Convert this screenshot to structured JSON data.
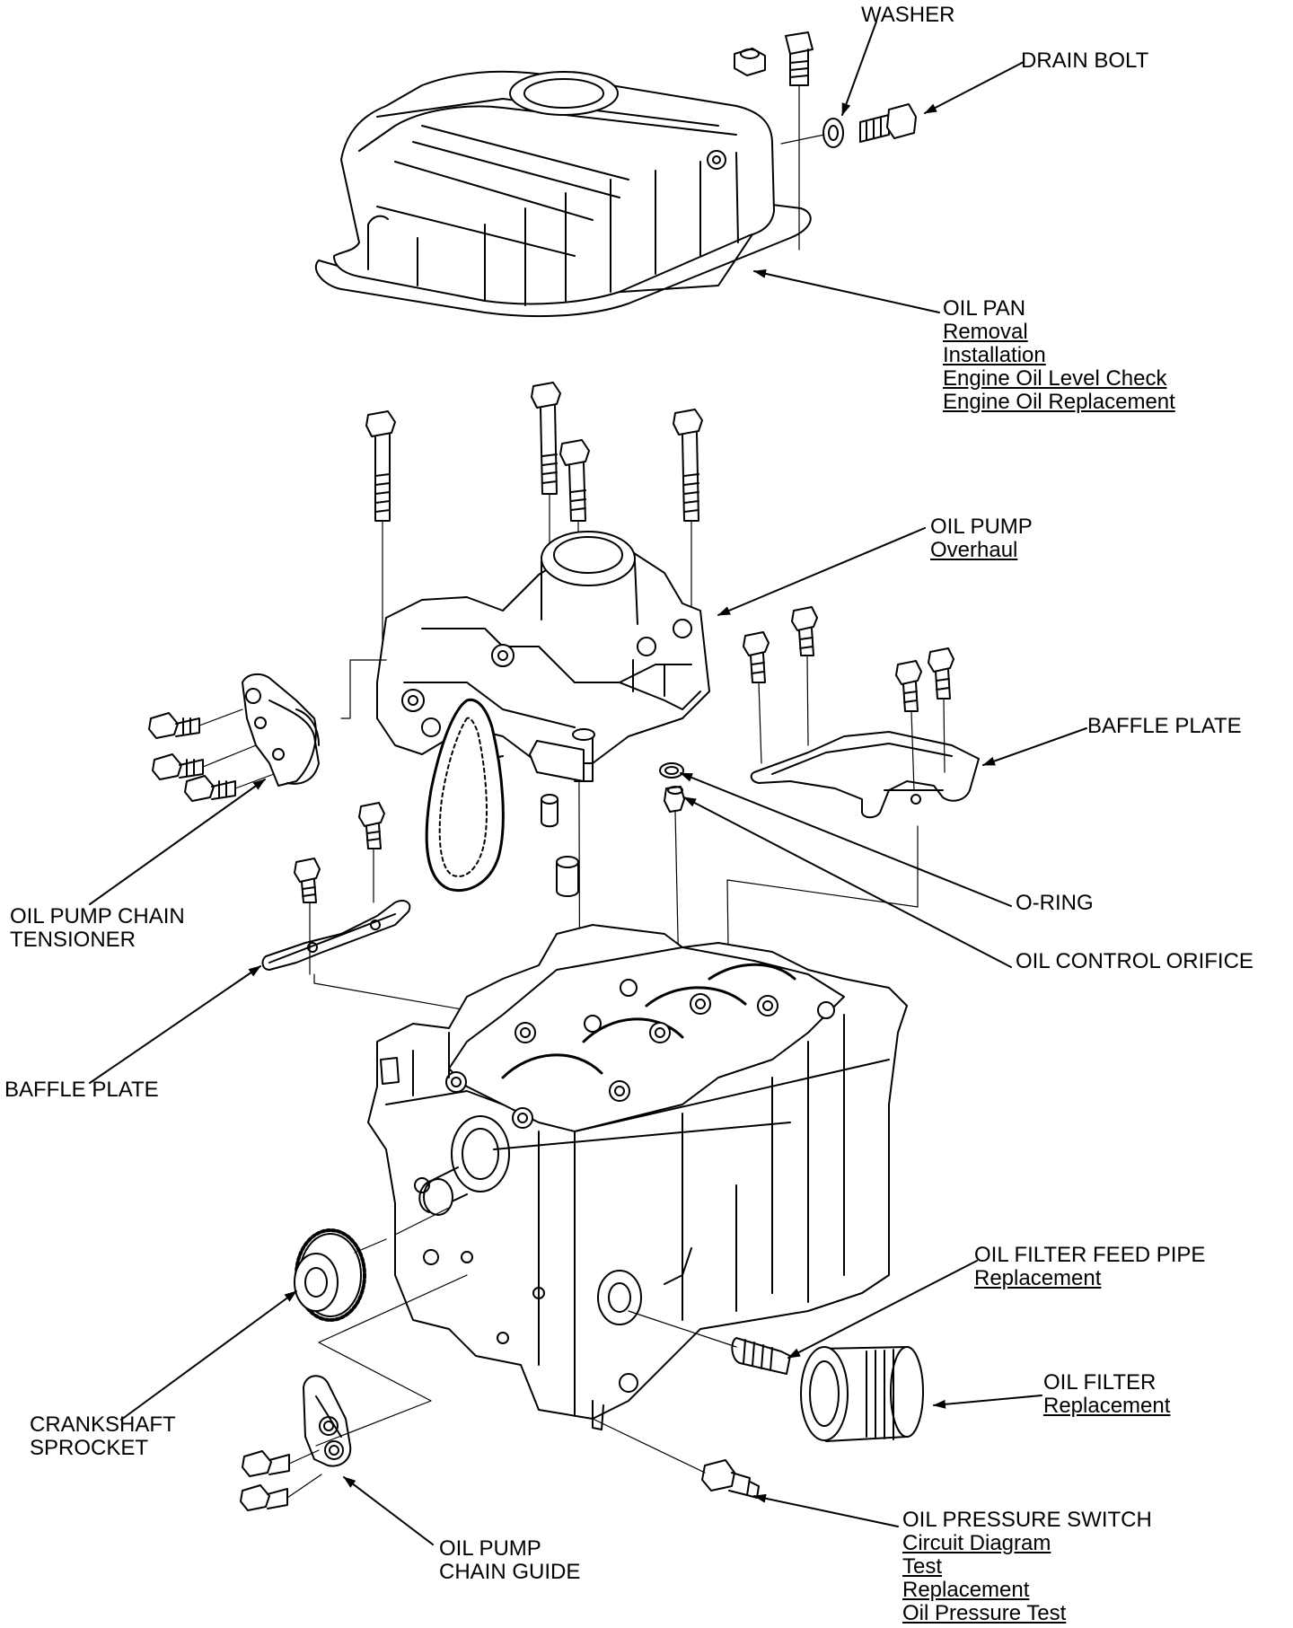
{
  "diagram": {
    "labels": {
      "washer": {
        "lines": [
          "WASHER"
        ],
        "links": []
      },
      "drain_bolt": {
        "lines": [
          "DRAIN BOLT"
        ],
        "links": []
      },
      "oil_pan": {
        "lines": [
          "OIL PAN"
        ],
        "links": [
          "Removal",
          "Installation",
          "Engine Oil Level Check",
          "Engine Oil Replacement"
        ]
      },
      "oil_pump": {
        "lines": [
          "OIL PUMP"
        ],
        "links": [
          "Overhaul"
        ]
      },
      "baffle_plate_right": {
        "lines": [
          "BAFFLE PLATE"
        ],
        "links": []
      },
      "o_ring": {
        "lines": [
          "O-RING"
        ],
        "links": []
      },
      "oil_control_orifice": {
        "lines": [
          "OIL CONTROL ORIFICE"
        ],
        "links": []
      },
      "oil_pump_chain_tensioner": {
        "lines": [
          "OIL PUMP CHAIN",
          "TENSIONER"
        ],
        "links": []
      },
      "baffle_plate_left": {
        "lines": [
          "BAFFLE PLATE"
        ],
        "links": []
      },
      "oil_filter_feed_pipe": {
        "lines": [
          "OIL FILTER FEED PIPE"
        ],
        "links": [
          "Replacement"
        ]
      },
      "oil_filter": {
        "lines": [
          "OIL FILTER"
        ],
        "links": [
          "Replacement"
        ]
      },
      "crankshaft_sprocket": {
        "lines": [
          "CRANKSHAFT",
          "SPROCKET"
        ],
        "links": []
      },
      "oil_pump_chain_guide": {
        "lines": [
          "OIL PUMP",
          "CHAIN GUIDE"
        ],
        "links": []
      },
      "oil_pressure_switch": {
        "lines": [
          "OIL PRESSURE SWITCH"
        ],
        "links": [
          "Circuit Diagram",
          "Test",
          "Replacement",
          "Oil Pressure Test"
        ]
      }
    }
  }
}
